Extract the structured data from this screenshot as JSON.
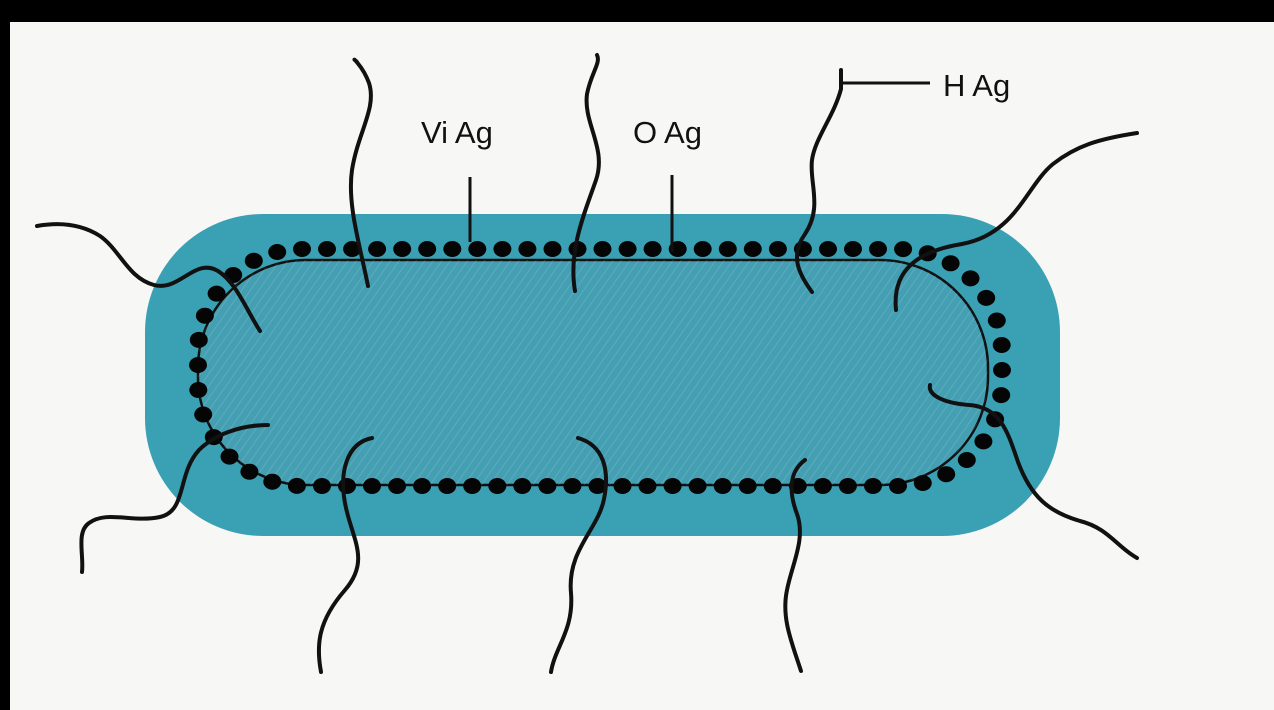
{
  "labels": {
    "vi_antigen": "Vi Ag",
    "o_antigen": "O Ag",
    "h_antigen": "H Ag"
  },
  "colors": {
    "capsule": "#3aa1b4",
    "cell_body": "#449fb3",
    "bead": "#050505",
    "ink": "#111111",
    "paper": "#f7f7f5"
  }
}
